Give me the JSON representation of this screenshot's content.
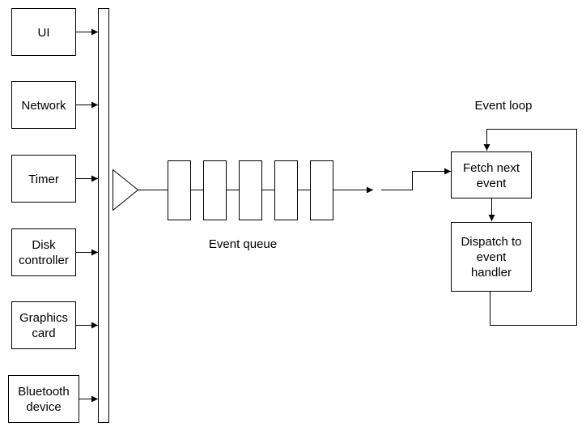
{
  "sources": [
    {
      "id": "ui",
      "lines": [
        "UI"
      ]
    },
    {
      "id": "network",
      "lines": [
        "Network"
      ]
    },
    {
      "id": "timer",
      "lines": [
        "Timer"
      ]
    },
    {
      "id": "disk-controller",
      "lines": [
        "Disk",
        "controller"
      ]
    },
    {
      "id": "graphics-card",
      "lines": [
        "Graphics",
        "card"
      ]
    },
    {
      "id": "bluetooth-device",
      "lines": [
        "Bluetooth",
        "device"
      ]
    }
  ],
  "queue": {
    "label": "Event queue",
    "slot_count": 5
  },
  "loop": {
    "title": "Event loop",
    "fetch_lines": [
      "Fetch next",
      "event"
    ],
    "dispatch_lines": [
      "Dispatch to",
      "event",
      "handler"
    ]
  },
  "colors": {
    "stroke": "#000000",
    "fill": "#ffffff"
  }
}
